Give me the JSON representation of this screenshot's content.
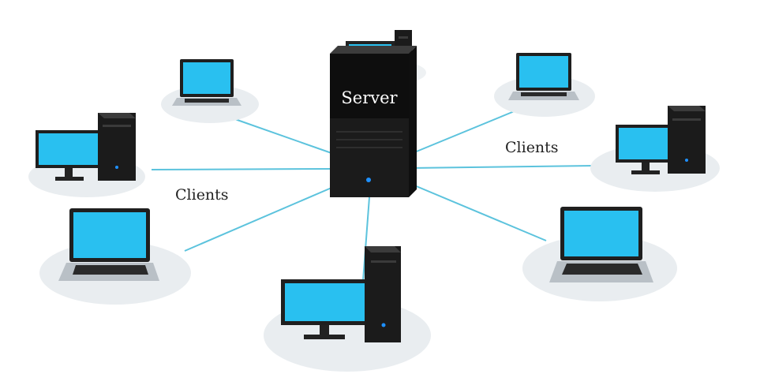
{
  "server": {
    "label": "Server"
  },
  "client_labels": [
    "Clients",
    "Clients"
  ],
  "colors": {
    "link": "#5cc3dd",
    "screen": "#29c0f0",
    "case": "#1b1b1b",
    "shadow": "#e9edf0",
    "laptop_base": "#b9c0c6"
  },
  "nodes": [
    {
      "name": "laptop-top-left",
      "kind": "laptop"
    },
    {
      "name": "desktop-left",
      "kind": "desktop"
    },
    {
      "name": "laptop-bottom-left",
      "kind": "laptop"
    },
    {
      "name": "desktop-bottom-center",
      "kind": "desktop"
    },
    {
      "name": "laptop-bottom-right",
      "kind": "laptop"
    },
    {
      "name": "desktop-right",
      "kind": "desktop"
    },
    {
      "name": "laptop-top-right",
      "kind": "laptop"
    },
    {
      "name": "desktop-back",
      "kind": "desktop"
    }
  ]
}
